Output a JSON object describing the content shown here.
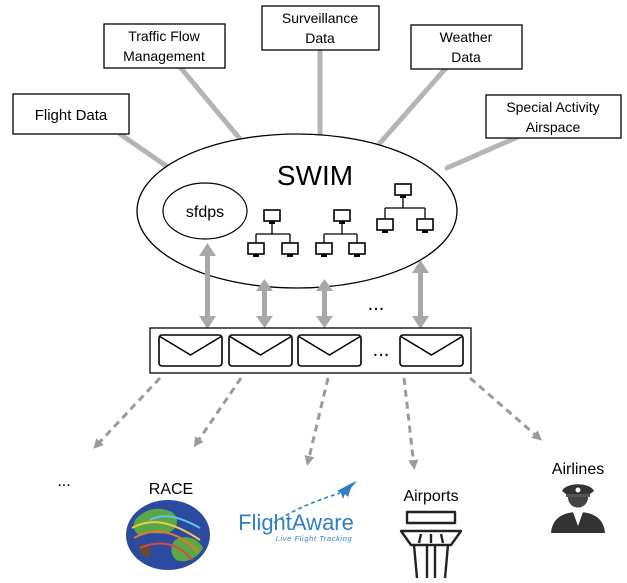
{
  "sources": [
    {
      "id": "flight",
      "label": "Flight Data"
    },
    {
      "id": "traffic",
      "label_lines": [
        "Traffic Flow",
        "Management"
      ]
    },
    {
      "id": "surveillance",
      "label_lines": [
        "Surveillance",
        "Data"
      ]
    },
    {
      "id": "weather",
      "label_lines": [
        "Weather",
        "Data"
      ]
    },
    {
      "id": "special",
      "label_lines": [
        "Special Activity",
        "Airspace"
      ]
    }
  ],
  "swim": {
    "title": "SWIM",
    "sfdps": "sfdps",
    "ellipsis": "..."
  },
  "queue": {
    "ellipsis": "..."
  },
  "consumers": {
    "ellipsis": "...",
    "race": "RACE",
    "flightaware_name": "FlightAware",
    "flightaware_tagline": "Live Flight Tracking",
    "airports": "Airports",
    "airlines": "Airlines"
  },
  "colors": {
    "connector": "#b5b5b5",
    "dashed_arrow": "#9b9b9b",
    "flightaware_blue": "#2f7fc1",
    "race_ocean": "#2b4aa0",
    "race_land": "#5aa845"
  }
}
